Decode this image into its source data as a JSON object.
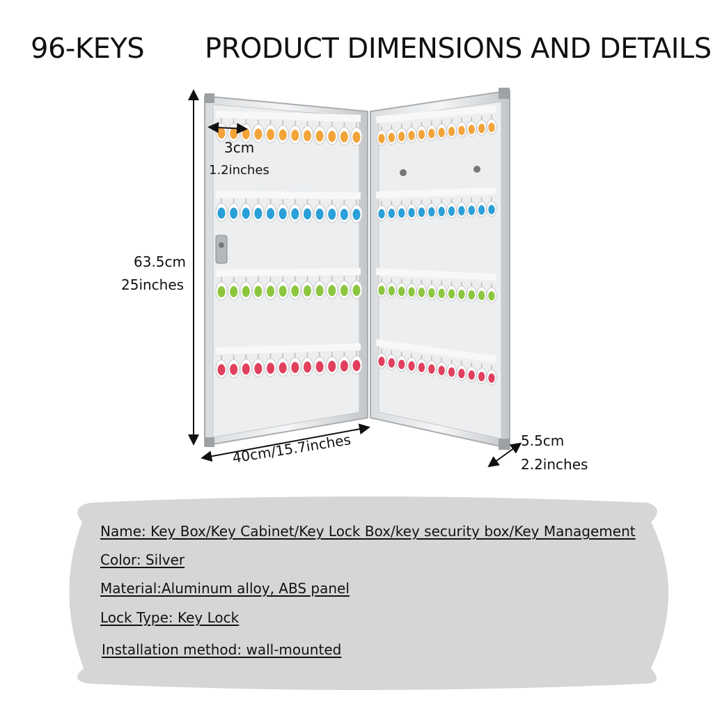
{
  "header": {
    "keys_title": "96-KEYS",
    "main_title": "PRODUCT DIMENSIONS AND DETAILS"
  },
  "dimensions": {
    "hook_spacing_cm": "3cm",
    "hook_spacing_in": "1.2inches",
    "height_cm": "63.5cm",
    "height_in": "25inches",
    "width": "40cm/15.7inches",
    "depth_cm": "5.5cm",
    "depth_in": "2.2inches"
  },
  "product": {
    "rows_per_side": 4,
    "keys_per_row": 12,
    "row_colors": [
      "#f2a43a",
      "#2a9fd8",
      "#8cc63f",
      "#e0405e"
    ]
  },
  "specs": [
    "Name: Key Box/Key Cabinet/Key Lock Box/key security box/Key Management",
    "Color: Silver",
    "Material:Aluminum alloy, ABS panel",
    "Lock Type: Key Lock",
    "Installation method: wall-mounted"
  ],
  "colors": {
    "panel_background": "#d6d6d6",
    "frame": "#c9ccce",
    "board": "#eceef0"
  }
}
